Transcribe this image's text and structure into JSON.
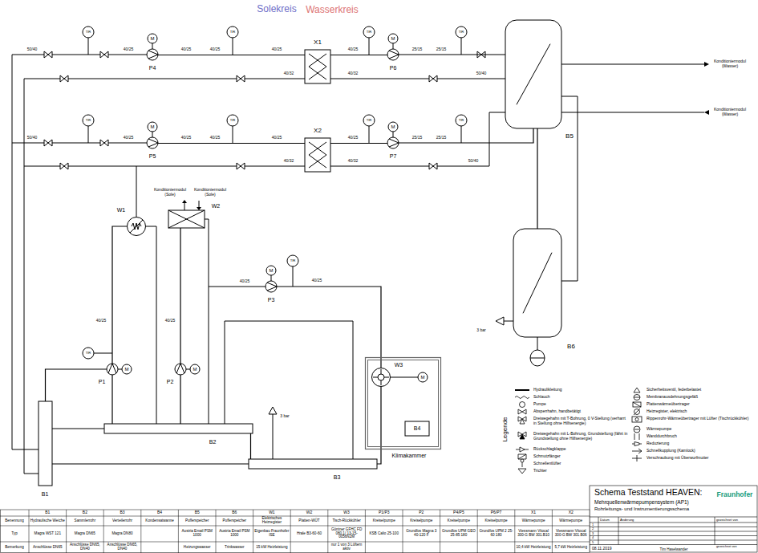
{
  "diagram": {
    "title": "Schema Teststand HEAVEN:",
    "nodes": [
      {
        "text": [
          "Solekreis"
        ]
      },
      {
        "text": [
          "Wasserkreis"
        ]
      },
      {
        "text": [
          "P4",
          "M"
        ],
        "in": 0
      },
      {
        "text": [
          "X1"
        ]
      },
      {
        "text": [
          "P6",
          "M"
        ],
        "in": 1
      },
      {
        "text": [
          "B5"
        ],
        "in": 1
      },
      {
        "text": [
          "P5",
          "M"
        ],
        "in": 0
      },
      {
        "text": [
          "X2"
        ]
      },
      {
        "text": [
          "P7",
          "M"
        ],
        "in": 1
      },
      {
        "text": [
          "W2"
        ],
        "in": 0
      },
      {
        "text": [
          "W1"
        ],
        "in": 0
      },
      {
        "text": [
          "P3",
          "M"
        ],
        "in": 0
      },
      {
        "text": [
          "B6"
        ],
        "in": 1
      },
      {
        "text": [
          "Klimakammer"
        ],
        "in": 0
      },
      {
        "text": [
          "W3"
        ],
        "in": 13
      },
      {
        "text": [
          "B4"
        ],
        "in": 13
      },
      {
        "text": [
          "P1",
          "M"
        ],
        "in": 0
      },
      {
        "text": [
          "P2",
          "M"
        ],
        "in": 0
      },
      {
        "text": [
          "B2"
        ],
        "in": 0
      },
      {
        "text": [
          "B3"
        ],
        "in": 0
      },
      {
        "text": [
          "B1"
        ],
        "in": 0
      }
    ],
    "edges": [
      {
        "from": 2,
        "to": 3,
        "arrow": "none"
      },
      {
        "from": 3,
        "to": 4,
        "arrow": "none"
      },
      {
        "from": 4,
        "to": 5,
        "arrow": "none"
      },
      {
        "from": 6,
        "to": 7,
        "arrow": "none"
      },
      {
        "from": 7,
        "to": 8,
        "arrow": "none"
      },
      {
        "from": 8,
        "to": 5,
        "arrow": "none"
      },
      {
        "from": 5,
        "to": 12,
        "arrow": "none"
      },
      {
        "from": 20,
        "to": 16,
        "arrow": "none"
      },
      {
        "from": 16,
        "to": 10,
        "arrow": "none"
      },
      {
        "from": 16,
        "to": 18,
        "arrow": "none"
      },
      {
        "from": 17,
        "to": 9,
        "arrow": "none"
      },
      {
        "from": 17,
        "to": 18,
        "arrow": "none"
      },
      {
        "from": 18,
        "to": 19,
        "arrow": "none"
      },
      {
        "from": 11,
        "to": 14,
        "arrow": "none"
      },
      {
        "from": 14,
        "to": 19,
        "arrow": "none"
      }
    ],
    "labels": [
      "50/40",
      "40/25",
      "40/25",
      "40/25",
      "40/25",
      "40/32",
      "50/40",
      "40/25",
      "40/25",
      "40/25",
      "40/25",
      "40/32",
      "40/25",
      "25/15",
      "25/15",
      "40/32",
      "40/25",
      "25/15",
      "25/15",
      "40/32",
      "50/40",
      "50/40",
      "40/25",
      "40/25",
      "40/25",
      "40/25",
      "TIR",
      "TIR",
      "TIR",
      "TIR",
      "TIR",
      "TIR",
      "TIR",
      "TIR",
      "TIR",
      "TIR",
      "M",
      "3 bar",
      "3 bar",
      "Konditioniermodul (Wasser)",
      "Konditioniermodul (Wasser)",
      "Konditioniermodul (Sole)",
      "Konditioniermodul (Sole)",
      "Mehrquellenwärmepumpensystem (AP1)",
      "Rohrleitungs- und Instrumentierungsschema",
      "Fraunhofer",
      "Datum",
      "Änderung",
      "gezeichnet von",
      "1",
      "2",
      "3",
      "4",
      "5",
      "08.11.2019",
      "gezeichnet von",
      "Tim Haselwander",
      "Legende",
      "Benennung",
      "Typ",
      "Bemerkung",
      "B1",
      "B2",
      "B3",
      "B4",
      "B5",
      "B6",
      "W1",
      "W2",
      "W3",
      "P1/P3",
      "P2",
      "P4/P5",
      "P6/P7",
      "X1",
      "X2",
      "Hydraulische Weiche",
      "Sammlerrohr",
      "Verteilerrohr",
      "Kondensatwanne",
      "Pufferspeicher",
      "Pufferspeicher",
      "Elektrisches Heizregister",
      "Platten-WÜT",
      "Tisch-Rückkühler",
      "Kreiselpumpe",
      "Kreiselpumpe",
      "Kreiselpumpe",
      "Kreiselpumpe",
      "Wärmepumpe",
      "Wärmepumpe",
      "Magra WST 121",
      "Magra DN65",
      "Magra DN80",
      "Austria Email PSM 1000",
      "Austria Email PSM 1000",
      "Eigenbau Fraunhofer ISE",
      "Hrale B3-60-60",
      "Güntner GFHC FD 080.1/ 13-15-0056N2M",
      "KSB Calio 25-100",
      "Grundfos Magna 3 40-120 F",
      "Grundfos UPM GEO 25-85 180",
      "Grundfos UPM 2 25-60 180",
      "Viessmann Vitocal 300-G BW 301.B10",
      "Viessmann Vitocal 300-G BW 301.B06",
      "Anschlüsse DN65",
      "Anschlüsse DN65, DN40",
      "Anschlüsse DN65, DN40",
      "Heizungswasser",
      "Trinkwasser",
      "15 kW Heizleistung",
      "nur 1 von 3 Lüftern aktiv",
      "10,4 kW Heizleistung",
      "5,7 kW Heizleistung"
    ],
    "legend": [
      {
        "text": "Hydraulikleitung"
      },
      {
        "text": "Schlauch"
      },
      {
        "text": "Pumpe"
      },
      {
        "text": "Absperrhahn, handbetätigt"
      },
      {
        "text": "Dreiwegehahn mit T-Bohrung, 0 V-Stellung (verharrt in Stellung ohne Hilfsenergie)"
      },
      {
        "text": "Dreiwegehahn mit L-Bohrung, Grundstellung (fährt in Grundstellung ohne Hilfsenergie)"
      },
      {
        "text": "Rückschlagklappe"
      },
      {
        "text": "Schmutzfänger"
      },
      {
        "text": "Schnellentlüfter"
      },
      {
        "text": "Trichter"
      },
      {
        "text": "Sicherheitsventil, federbelastet"
      },
      {
        "text": "Membranausdehnungsgefäß"
      },
      {
        "text": "Plattenwärmeübertrager"
      },
      {
        "text": "Heizregister, elektrisch"
      },
      {
        "text": "Rippenrohr-Wärmeübertrager mit Lüfter (Tischrückkühler)"
      },
      {
        "text": "Wärmepumpe"
      },
      {
        "text": "Wanddurchbruch"
      },
      {
        "text": "Reduzierung"
      },
      {
        "text": "Schnellkupplung (Kamlock)"
      },
      {
        "text": "Verschraubung mit Überwurfmutter"
      }
    ]
  }
}
